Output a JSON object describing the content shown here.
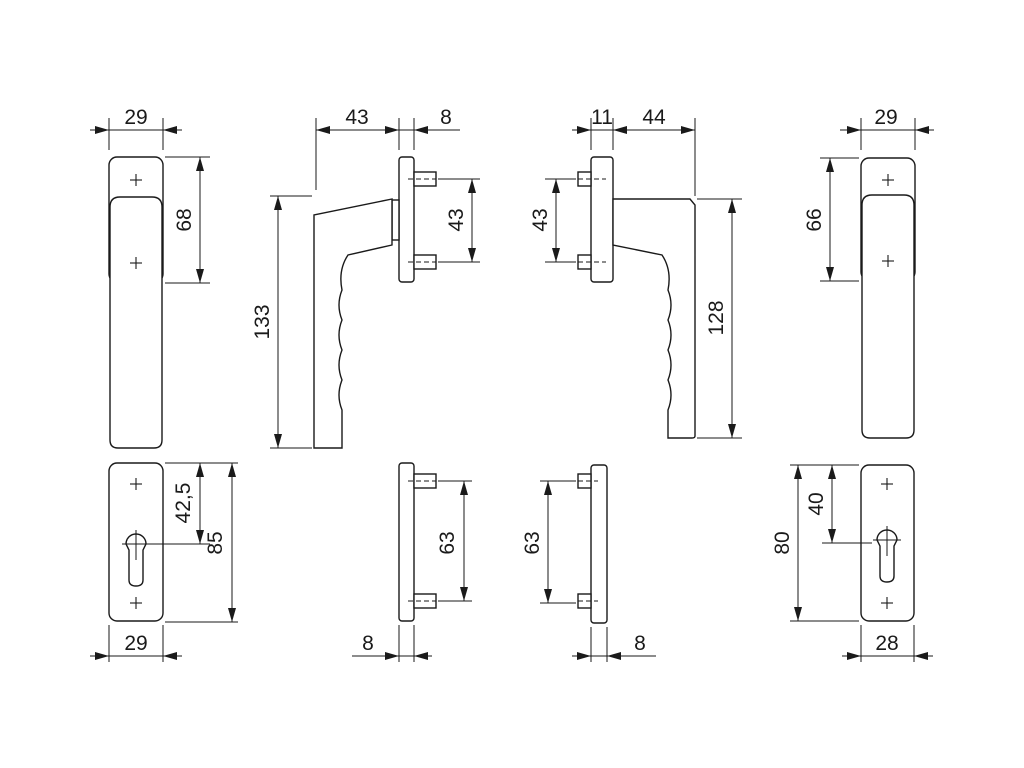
{
  "dimensions": {
    "v1_top_width": "29",
    "v1_handle_height": "68",
    "v1_bottom_offset": "42,5",
    "v1_bottom_height": "85",
    "v1_bottom_width": "29",
    "v2_handle_length": "43",
    "v2_base_thickness": "8",
    "v2_pin_spacing": "43",
    "v2_total_height": "133",
    "v2_bottom_pin_spacing": "63",
    "v2_bottom_thickness": "8",
    "v3_base_thickness": "11",
    "v3_handle_length": "44",
    "v3_pin_spacing": "43",
    "v3_total_height": "128",
    "v3_bottom_pin_spacing": "63",
    "v3_bottom_thickness": "8",
    "v4_top_width": "29",
    "v4_handle_height": "66",
    "v4_bottom_offset": "40",
    "v4_bottom_height": "80",
    "v4_bottom_width": "28"
  }
}
